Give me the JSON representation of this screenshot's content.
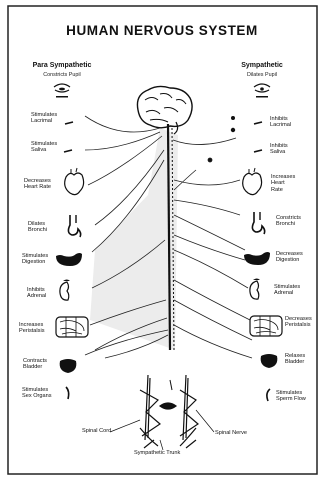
{
  "title": "HUMAN NERVOUS SYSTEM",
  "left_header": "Para Sympathetic",
  "left_subheader": "Constricts Pupil",
  "right_header": "Sympathetic",
  "right_subheader": "Dilates Pupil",
  "left_labels": [
    "Stimulates\nLacrimal",
    "Stimulates\nSaliva",
    "Decreases\nHeart Rate",
    "Dilates\nBronchi",
    "Stimulates\nDigestion",
    "Inhibits\nAdrenal",
    "Increases\nPeristalsis",
    "Contracts\nBladder",
    "Stimulates\nSex Organs"
  ],
  "right_labels": [
    "Inhibits\nLacrimal",
    "Inhibits\nSaliva",
    "Increases\nHeart\nRate",
    "Constricts\nBronchi",
    "Decreases\nDigestion",
    "Stimulates\nAdrenal",
    "Decreases\nPeristalsis",
    "Relaxes\nBladder",
    "Stimulates\nSperm Flow"
  ],
  "bottom_labels": {
    "spinal_cord": "Spinal Cord",
    "spinal_nerve": "Spinal Nerve",
    "sympathetic_trunk": "Sympathetic Trunk"
  },
  "icons": [
    "eye-icon",
    "tear-gland-icon",
    "salivary-gland-icon",
    "heart-icon",
    "bronchi-icon",
    "stomach-icon",
    "kidney-adrenal-icon",
    "intestine-icon",
    "bladder-icon",
    "sex-organ-icon",
    "brain-icon",
    "spinal-cord-icon"
  ]
}
